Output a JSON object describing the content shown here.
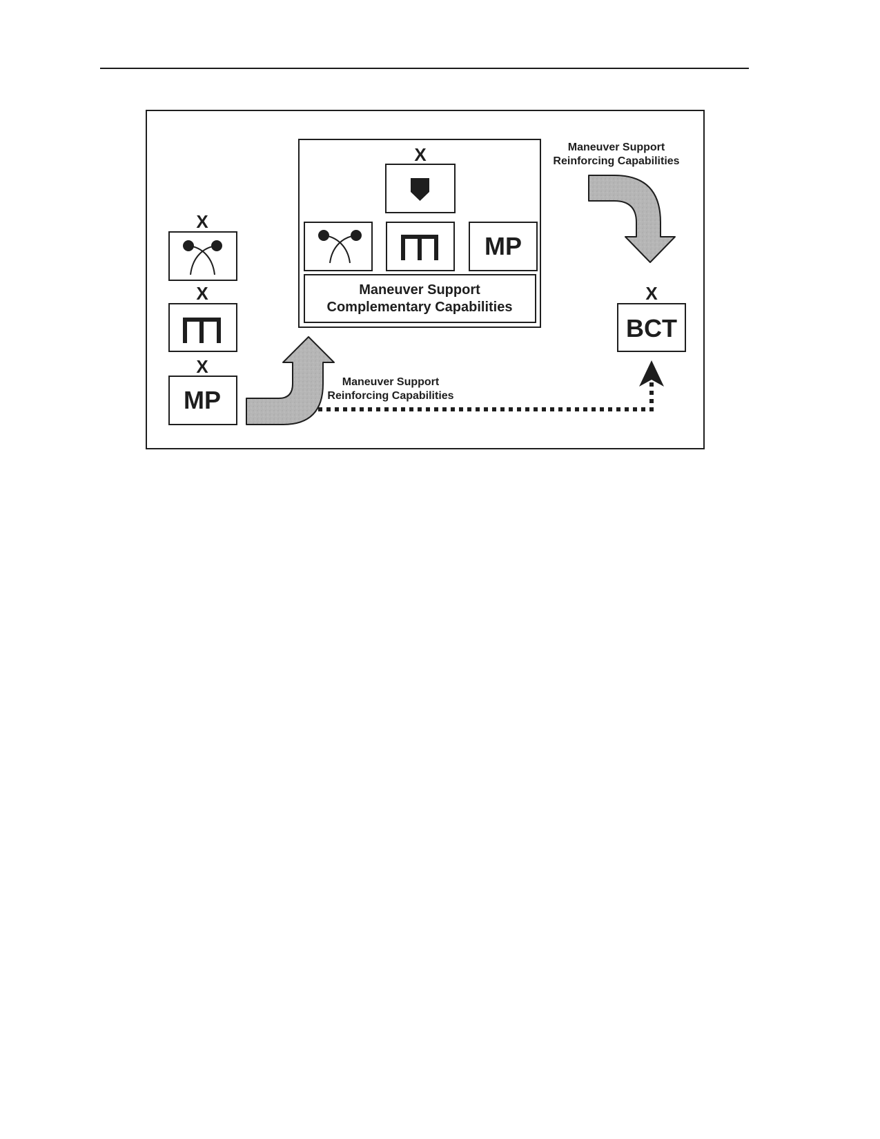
{
  "diagram": {
    "echelon_mark": "X",
    "left_units": [
      {
        "echelon": "X",
        "symbol": "engineer-bridge-icon"
      },
      {
        "echelon": "X",
        "symbol": "engineer-icon"
      },
      {
        "echelon": "X",
        "label": "MP"
      }
    ],
    "msb": {
      "echelon": "X",
      "symbol": "maneuver-support-icon",
      "sub_units": [
        {
          "symbol": "engineer-bridge-icon"
        },
        {
          "symbol": "engineer-icon"
        },
        {
          "label": "MP"
        }
      ],
      "caption_line1": "Maneuver Support",
      "caption_line2": "Complementary Capabilities"
    },
    "bct": {
      "echelon": "X",
      "label": "BCT"
    },
    "top_right_label": {
      "line1": "Maneuver Support",
      "line2": "Reinforcing Capabilities"
    },
    "bottom_label": {
      "line1": "Maneuver Support",
      "line2": "Reinforcing Capabilities"
    },
    "colors": {
      "arrow_fill": "#b3b3b3",
      "stroke": "#1e1e1e"
    }
  }
}
